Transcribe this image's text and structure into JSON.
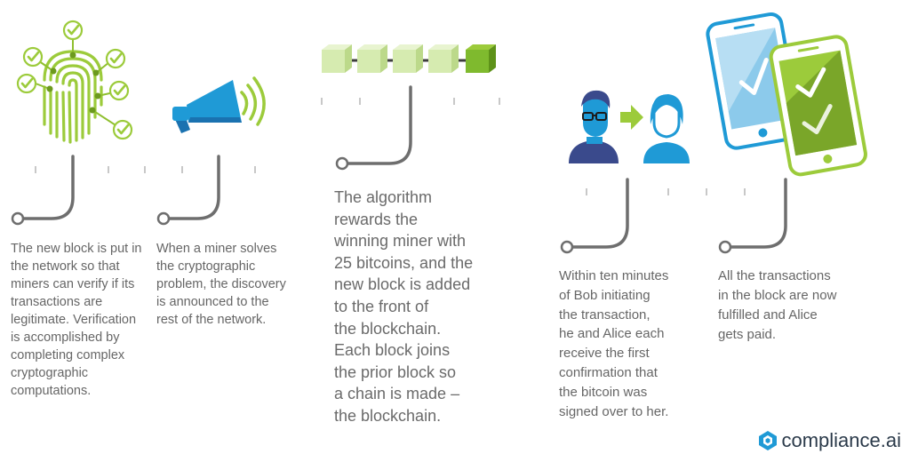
{
  "steps": [
    {
      "text": "The new block is put in the network so that miners can verify if its transactions are legitimate. Verification is accomplished by completing complex cryptographic computations."
    },
    {
      "text": "When a miner solves the cryptographic problem, the discovery is announced to the rest of the network."
    },
    {
      "text": "The algorithm\nrewards the\nwinning miner with\n25 bitcoins, and the\nnew block is added\nto the front of\nthe blockchain.\nEach block joins\nthe prior block so\na chain is made –\nthe blockchain."
    },
    {
      "text": "Within ten minutes\nof Bob initiating\nthe transaction,\nhe and Alice each\nreceive  the first\nconfirmation that\nthe bitcoin was\nsigned over to her."
    },
    {
      "text": "All the transactions\nin the block are now\nfulfilled and Alice\ngets paid."
    }
  ],
  "brand": {
    "name": "compliance.ai"
  },
  "colors": {
    "lime": "#9ccb3b",
    "dark_lime": "#6c9a1e",
    "blue": "#1f9ad6",
    "navy": "#3a4a8c",
    "connector_gray": "#6e6e6e",
    "tick_gray": "#c8c8c8"
  },
  "icons": [
    "fingerprint-icon",
    "megaphone-icon",
    "blockchain-icon",
    "people-transfer-icon",
    "phones-icon"
  ]
}
